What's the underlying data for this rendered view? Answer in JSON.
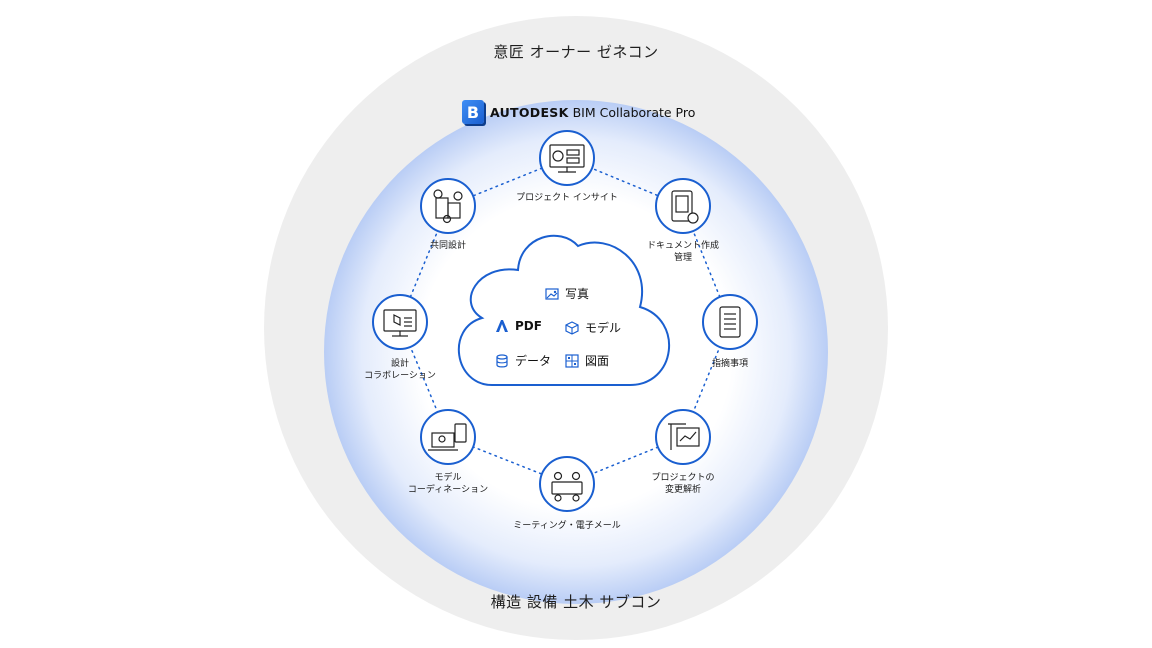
{
  "outer_ring": {
    "top_label": "意匠 オーナー ゼネコン",
    "bottom_label": "構造 設備 土木 サブコン"
  },
  "brand": {
    "logo_letter": "B",
    "company": "AUTODESK",
    "product": "BIM Collaborate Pro"
  },
  "nodes": [
    {
      "id": "project-insight",
      "icon": "monitor-dashboard-icon",
      "lines": [
        "プロジェクト インサイト"
      ]
    },
    {
      "id": "document-management",
      "icon": "tablet-document-icon",
      "lines": [
        "ドキュメント作成",
        "管理"
      ]
    },
    {
      "id": "issues",
      "icon": "tablet-checklist-icon",
      "lines": [
        "指摘事項"
      ]
    },
    {
      "id": "change-analysis",
      "icon": "crane-chart-icon",
      "lines": [
        "プロジェクトの",
        "変更解析"
      ]
    },
    {
      "id": "meeting-email",
      "icon": "meeting-people-icon",
      "lines": [
        "ミーティング・電子メール"
      ]
    },
    {
      "id": "model-coordination",
      "icon": "laptop-phone-icon",
      "lines": [
        "モデル",
        "コーディネーション"
      ]
    },
    {
      "id": "design-collaboration",
      "icon": "monitor-cube-icon",
      "lines": [
        "設計",
        "コラボレーション"
      ]
    },
    {
      "id": "co-design",
      "icon": "building-people-icon",
      "lines": [
        "共同設計"
      ]
    }
  ],
  "cloud": {
    "items": [
      {
        "id": "photo",
        "icon": "image-icon",
        "label": "写真",
        "bold": false
      },
      {
        "id": "pdf",
        "icon": "pdf-icon",
        "label": "PDF",
        "bold": true
      },
      {
        "id": "model",
        "icon": "model-cube-icon",
        "label": "モデル",
        "bold": false
      },
      {
        "id": "data",
        "icon": "database-icon",
        "label": "データ",
        "bold": false
      },
      {
        "id": "drawing",
        "icon": "drawing-icon",
        "label": "図面",
        "bold": false
      }
    ]
  },
  "colors": {
    "accent_blue": "#1a5fd0",
    "ring_gray": "#eeeeee",
    "glow_blue": "#b9cdf5"
  }
}
